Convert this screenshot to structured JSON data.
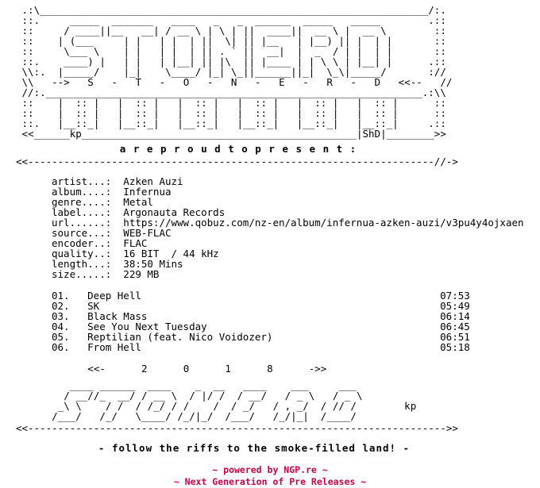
{
  "colors": {
    "background": "#ffffff",
    "text": "#000000",
    "accent_red": "#cc0044"
  },
  "art": {
    "header_top": " .:\\_________________________________________________________________/:.\n ::.     _____  _______   ____   _   _  ______  _____   _____        .::\n ::     / ____||__   __| / __ \\ | \\ | ||  ____||  __ \\ |  __ \\        ::\n ::    | (___     | |   | |  | ||  \\| || |__   | |__) || |  | |       ::\n ::     \\___ \\    | |   | |  | || . ` ||  __|  |  _  / | |  | |       ::\n ::.    ____) |   | |   | |__| || |\\  || |____ | | \\ \\ | |__| |      .::\n \\\\:.  |_____/    |_|    \\____/ |_| \\_||______||_|  \\_\\|_____/       ://",
    "headline": " \\\\   -->   S   -   T   -   O   -   N   -   E   -   R   -   D   <<--   //",
    "header_bottom": " //:._______________________________________________________________.:\\\\\n ::    |  :: |   |  :: |   |  :: |   |  :: |   |  :: |   |  :: |      ::\n ::    |  :: |   |  :: |   |  :: |   |  :: |   |  :: |   |  :: |      ::\n ::.   |__::_|   |__::_|   |__::_|   |__::_|   |__::_|   |__::_|     .::\n <<______kp______________________________________________|ShD|________>>",
    "separator_top": "<<--------------------------------------------------------------------//->",
    "year_line": "            <<-      2      0      1      8      ->>",
    "footer_art": "         ____ ______  ____    _  __   ____    ___     ___ \n        / __//_  __/ / __ \\  / |/ /  / __/   / _ \\   / _ \\\n       _\\ \\    / /  / /_/ / /    /  / _/   / , _/  / // /        kp\n      /___/   /_/   \\____/ /_/|_/  /___/   /_/|_|  /____/ ",
    "separator_bottom": "<<---------------------------------------------------------------------->>"
  },
  "present_line": "a r e   p r o u d   t o   p r e s e n t :",
  "info": [
    {
      "label": "artist...:",
      "value": "Azken Auzi"
    },
    {
      "label": "album....:",
      "value": "Infernua"
    },
    {
      "label": "genre....:",
      "value": "Metal"
    },
    {
      "label": "label....:",
      "value": "Argonauta Records"
    },
    {
      "label": "url......:",
      "value": "https://www.qobuz.com/nz-en/album/infernua-azken-auzi/v3pu4y4ojxaen"
    },
    {
      "label": "source...:",
      "value": "WEB-FLAC"
    },
    {
      "label": "encoder..:",
      "value": "FLAC"
    },
    {
      "label": "quality..:",
      "value": "16 BIT  / 44 kHz"
    },
    {
      "label": "length...:",
      "value": "38:50 Mins"
    },
    {
      "label": "size.....:",
      "value": "229 MB"
    }
  ],
  "tracks": [
    {
      "num": "01.",
      "title": "Deep Hell",
      "time": "07:53"
    },
    {
      "num": "02.",
      "title": "SK",
      "time": "05:49"
    },
    {
      "num": "03.",
      "title": "Black Mass",
      "time": "06:14"
    },
    {
      "num": "04.",
      "title": "See You Next Tuesday",
      "time": "06:45"
    },
    {
      "num": "05.",
      "title": "Reptilian (feat. Nico Voidozer)",
      "time": "06:51"
    },
    {
      "num": "06.",
      "title": "From Hell",
      "time": "05:18"
    }
  ],
  "tagline": "-  follow the riffs to the smoke-filled land!  -",
  "powered": {
    "line1": "~ powered by NGP.re ~",
    "line2": "~ Next Generation of Pre Releases ~"
  }
}
